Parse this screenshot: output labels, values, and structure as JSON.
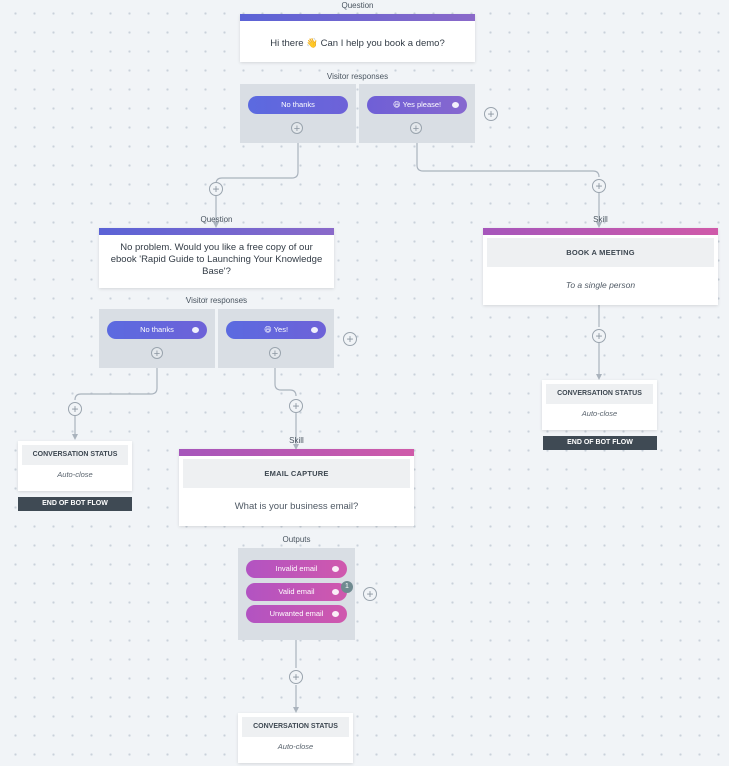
{
  "top_question": {
    "label": "Question",
    "text": "Hi there 👋 Can I help you book a demo?",
    "responses_label": "Visitor responses",
    "responses": [
      "No thanks",
      "😄 Yes please!"
    ]
  },
  "left_question": {
    "label": "Question",
    "text": "No problem. Would you like a free copy of our ebook 'Rapid Guide to Launching Your Knowledge Base'?",
    "responses_label": "Visitor responses",
    "responses": [
      "No thanks",
      "😄 Yes!"
    ]
  },
  "book_meeting": {
    "label": "Skill",
    "title": "BOOK A MEETING",
    "subtitle": "To a single person"
  },
  "email_capture": {
    "label": "Skill",
    "title": "EMAIL CAPTURE",
    "subtitle": "What is your business email?",
    "outputs_label": "Outputs",
    "outputs": [
      "Invalid email",
      "Valid email",
      "Unwanted email"
    ],
    "badge": "1"
  },
  "status_right": {
    "title": "CONVERSATION STATUS",
    "value": "Auto-close",
    "end": "END OF BOT FLOW"
  },
  "status_left": {
    "title": "CONVERSATION STATUS",
    "value": "Auto-close",
    "end": "END OF BOT FLOW"
  },
  "status_bottom": {
    "title": "CONVERSATION STATUS",
    "value": "Auto-close"
  },
  "plus_symbol": "+",
  "colors": {
    "question_bar": "#5b63d6",
    "skill_bar": "#c456b0",
    "response_pill": "#5b6ae0",
    "output_pill": "#c156b5",
    "end_flow": "#3f4a54"
  }
}
